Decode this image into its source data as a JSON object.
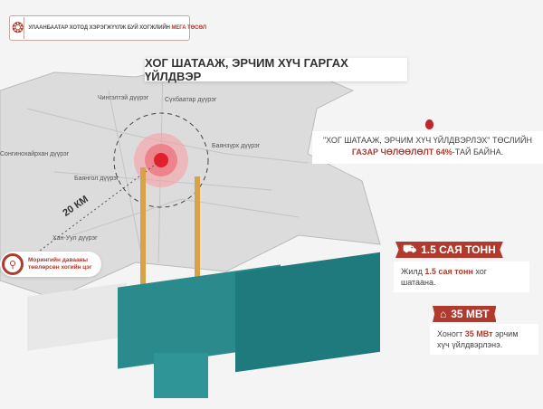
{
  "header": {
    "text": "УЛААНБААТАР ХОТОД ХЭРЭГЖҮҮЛЖ БУЙ ХОГЖЛИЙН ",
    "highlight": "МЕГА ТӨСӨЛ",
    "logo_icon": "city-emblem-icon"
  },
  "title": "ХОГ ШАТААЖ, ЭРЧИМ ХҮЧ ГАРГАХ ҮЙЛДВЭР",
  "map": {
    "districts": [
      "Чингэлтэй дүүрэг",
      "Сүхбаатар дүүрэг",
      "Сонгинохайрхан дүүрэг",
      "Баянзүрх дүүрэг",
      "Баянгол дүүрэг",
      "Хан-Уул дүүрэг"
    ],
    "distance": "20 КМ"
  },
  "location": {
    "line1": "Морингийн давааны",
    "line2": "төвлөрсөн хогийн цэг",
    "icon": "map-pin-icon"
  },
  "land": {
    "line1": "\"ХОГ ШАТААЖ, ЭРЧИМ ХҮЧ ҮЙЛДВЭРЛЭХ\" ТӨСЛИЙН",
    "highlight": "ГАЗАР ЧӨЛӨӨЛӨЛТ 64%",
    "suffix": "-ТАЙ БАЙНА."
  },
  "stats": [
    {
      "badge": "1.5 САЯ ТОНН",
      "icon": "waste-truck-icon",
      "pre": "Жилд ",
      "highlight": "1.5 сая тонн",
      "post": " хог шатаана."
    },
    {
      "badge": "35 МВТ",
      "icon": "power-plant-icon",
      "pre": "Хоногт ",
      "highlight": "35 МВт",
      "post": " эрчим хүч үйлдвэрлэнэ."
    }
  ],
  "colors": {
    "accent": "#b03a2e",
    "plant": "#2a8a8c"
  }
}
